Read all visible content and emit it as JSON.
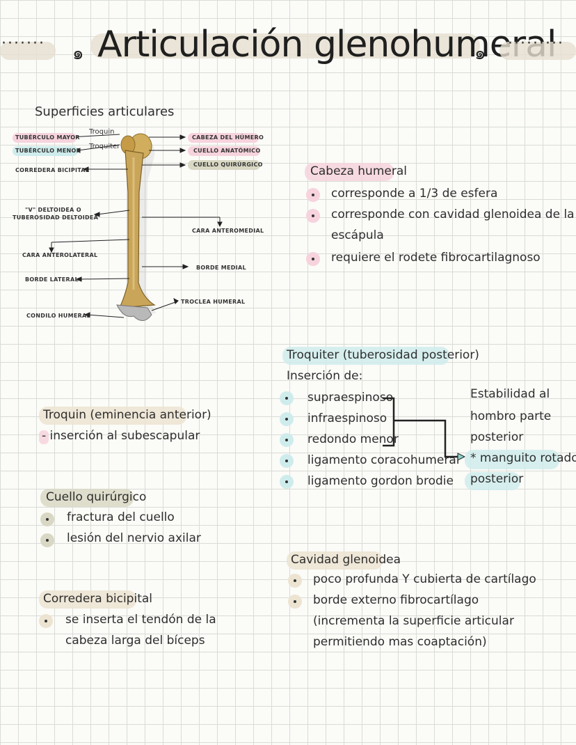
{
  "title": {
    "text": "Articulación glenohumeral",
    "left_dots": "·······",
    "right_dots": "·········",
    "swirl": "๑"
  },
  "diagram": {
    "heading": "Superficies articulares",
    "labels": {
      "tuberculo_mayor": "TUBÉRCULO MAYOR",
      "troquin": "Troquin",
      "tuberculo_menor": "TUBÉRCULO MENOR",
      "troquiter": "Troquiter",
      "corredera_bicipital": "CORREDERA BICIPITAL",
      "v_deltoidea_1": "\"V\" DELTOIDEA O",
      "v_deltoidea_2": "TUBEROSIDAD DELTOIDEA",
      "cara_anterolateral": "CARA ANTEROLATERAL",
      "borde_lateral": "BORDE LATERAL",
      "condilo_humeral": "CONDILO HUMERAL",
      "cabeza_humero": "CABEZA DEL HÚMERO",
      "cuello_anatomico": "CUELLO ANATÓMICO",
      "cuello_quirurgico": "CUELLO QUIRÚRGICO",
      "cara_anteromedial": "CARA ANTEROMEDIAL",
      "borde_medial": "BORDE MEDIAL",
      "troclea_humeral": "TROCLEA HUMERAL"
    }
  },
  "cabeza_humeral": {
    "heading": "Cabeza humeral",
    "items": [
      "corresponde a 1/3 de esfera",
      "corresponde con cavidad glenoidea de la",
      "escápula",
      "requiere el rodete fibrocartilagnoso"
    ]
  },
  "troquiter": {
    "heading": "Troquiter (tuberosidad posterior)",
    "subheading": "Inserción de:",
    "items": [
      "supraespinoso",
      "infraespinoso",
      "redondo menor",
      "ligamento coracohumeral",
      "ligamento gordon brodie"
    ],
    "side_note": [
      "Estabilidad al",
      "hombro parte",
      "posterior",
      "* manguito rotador",
      "posterior"
    ]
  },
  "troquin": {
    "heading": "Troquin (eminencia anterior)",
    "line": "- inserción al subescapular"
  },
  "cuello_quirurgico": {
    "heading": "Cuello quirúrgico",
    "items": [
      "fractura del cuello",
      "lesión del nervio axilar"
    ]
  },
  "corredera_bicipital": {
    "heading": "Corredera bicipital",
    "items": [
      "se inserta el tendón de la",
      "cabeza larga del bíceps"
    ]
  },
  "cavidad_glenoidea": {
    "heading": "Cavidad glenoidea",
    "items": [
      "poco profunda Y cubierta de cartílago",
      "borde externo fibrocartílago",
      "(incrementa la superficie articular",
      "permitiendo mas coaptación)"
    ]
  },
  "colors": {
    "pink": "#f6d3dd",
    "blue": "#cfecec",
    "olive": "#d9d8c4",
    "beige": "#ece3d1",
    "bone": "#c9a55a"
  }
}
